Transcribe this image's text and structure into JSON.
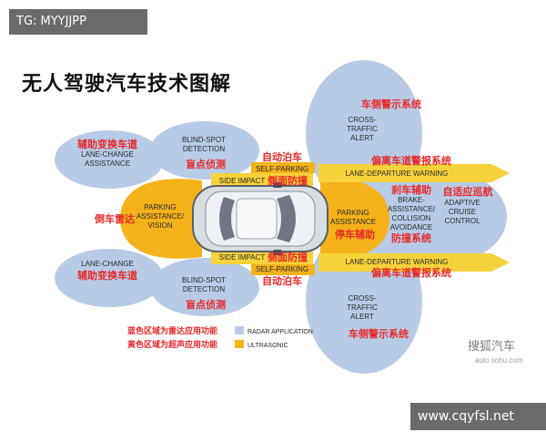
{
  "watermark_top": "TG: MYYJJPP",
  "watermark_bottom": "www.cqyfsl.net",
  "title": "无人驾驶汽车技术图解",
  "brand": {
    "name": "搜狐汽车",
    "url": "auto.sohu.com"
  },
  "labels": {
    "lane_change_top_cn": "辅助变换车道",
    "lane_change_top_en1": "LANE-CHANGE",
    "lane_change_top_en2": "ASSISTANCE",
    "lane_change_bottom_cn": "辅助变换车道",
    "lane_change_bottom_en": "LANE-CHANGE",
    "blind_top_en1": "BLIND-SPOT",
    "blind_top_en2": "DETECTION",
    "blind_top_cn": "盲点侦测",
    "blind_bottom_en1": "BLIND-SPOT",
    "blind_bottom_en2": "DETECTION",
    "blind_bottom_cn": "盲点侦测",
    "parking_rear_en1": "PARKING",
    "parking_rear_en2": "ASSISTANCE/",
    "parking_rear_en3": "VISION",
    "parking_rear_cn": "倒车雷达",
    "self_parking_top_cn": "自动泊车",
    "self_parking_top_en": "SELF-PARKING",
    "side_impact_top_en": "SIDE IMPACT",
    "side_impact_top_cn": "侧面防撞",
    "side_impact_bottom_en": "SIDE IMPACT",
    "side_impact_bottom_cn": "侧面防撞",
    "self_parking_bottom_en": "SELF-PARKING",
    "self_parking_bottom_cn": "自动泊车",
    "parking_front_en1": "PARKING",
    "parking_front_en2": "ASSISTANCE",
    "parking_front_cn": "停车辅助",
    "cross_top_cn": "车侧警示系统",
    "cross_top_en1": "CROSS-",
    "cross_top_en2": "TRAFFIC",
    "cross_top_en3": "ALERT",
    "cross_bottom_en1": "CROSS-",
    "cross_bottom_en2": "TRAFFIC",
    "cross_bottom_en3": "ALERT",
    "cross_bottom_cn": "车侧警示系统",
    "lane_dep_top_cn": "偏离车道警报系统",
    "lane_dep_top_en": "LANE-DEPARTURE WARNING",
    "lane_dep_bottom_en": "LANE-DEPARTURE WARNING",
    "lane_dep_bottom_cn": "偏离车道警报系统",
    "brake_cn": "刹车辅助",
    "brake_en1": "BRAKE-",
    "brake_en2": "ASSISTANCE/",
    "brake_en3": "COLLISION",
    "brake_en4": "AVOIDANCE",
    "brake_cn2": "防撞系统",
    "cruise_cn": "自适应巡航",
    "cruise_en1": "ADAPTIVE",
    "cruise_en2": "CRUISE",
    "cruise_en3": "CONTROL"
  },
  "legend": {
    "radar_cn": "蓝色区域为雷达应用功能",
    "radar_en": "RADAR APPLICATION",
    "ultra_cn": "黄色区域为超声应用功能",
    "ultra_en": "ULTRASONIC"
  },
  "colors": {
    "radar": "#b7cbe6",
    "radar_dark": "#a9c0e0",
    "ultrasonic": "#f5b21a",
    "ultrasonic_light": "#f7d23a",
    "red_text": "#e8282a",
    "dark_text": "#2a2a2a"
  }
}
